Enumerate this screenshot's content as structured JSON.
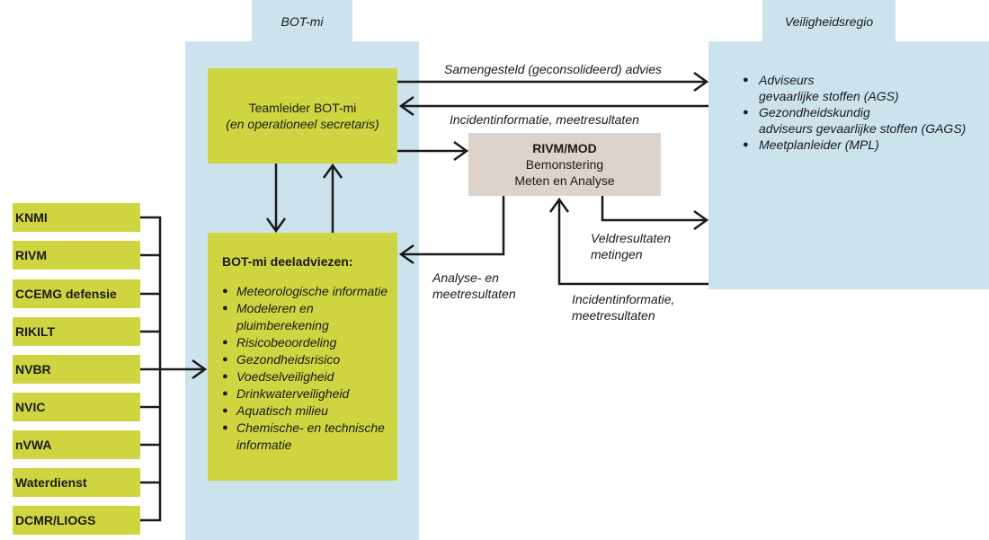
{
  "columns": {
    "botmi": "BOT-mi",
    "veiligheidsregio": "Veiligheidsregio"
  },
  "teamleider": {
    "title": "Teamleider BOT-mi",
    "subtitle": "(en operationeel secretaris)"
  },
  "deeladviezen": {
    "title": "BOT-mi deeladviezen:",
    "items": [
      "Meteorologische informatie",
      "Modeleren en\npluimberekening",
      "Risicobeoordeling",
      "Gezondheidsrisico",
      "Voedselveiligheid",
      "Drinkwaterveiligheid",
      "Aquatisch milieu",
      "Chemische- en technische\ninformatie"
    ]
  },
  "rivm": {
    "title": "RIVM/MOD",
    "line1": "Bemonstering",
    "line2": "Meten en Analyse"
  },
  "veiligheidsregio_items": [
    "Adviseurs\ngevaarlijke stoffen (AGS)",
    "Gezondheidskundig\nadviseurs gevaarlijke stoffen (GAGS)",
    "Meetplanleider (MPL)"
  ],
  "sources": [
    "KNMI",
    "RIVM",
    "CCEMG defensie",
    "RIKILT",
    "NVBR",
    "NVIC",
    "nVWA",
    "Waterdienst",
    "DCMR/LIOGS"
  ],
  "flows": {
    "advies": "Samengesteld (geconsolideerd) advies",
    "incident_top": "Incidentinformatie, meetresultaten",
    "analyse": "Analyse- en\nmeetresultaten",
    "veld": "Veldresultaten\nmetingen",
    "incident_bottom": "Incidentinformatie,\nmeetresultaten"
  },
  "colors": {
    "blue": "#cce3ee",
    "green": "#cfd541",
    "grey": "#dcd3cc",
    "line": "#1a1a1a"
  }
}
